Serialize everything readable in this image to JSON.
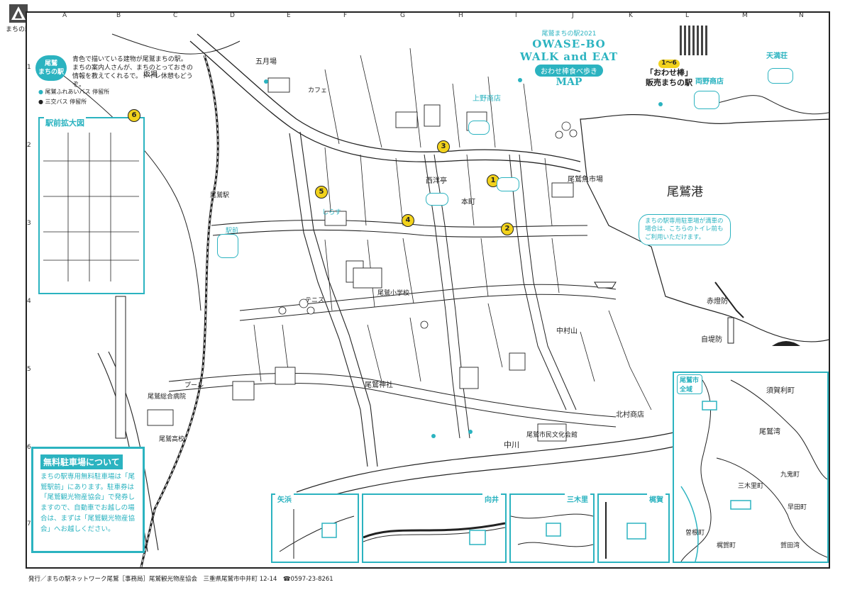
{
  "logo": {
    "text": "まちの駅"
  },
  "grid": {
    "columns": [
      "A",
      "B",
      "C",
      "D",
      "E",
      "F",
      "G",
      "H",
      "I",
      "J",
      "K",
      "L",
      "M",
      "N"
    ],
    "rows": [
      "1",
      "2",
      "3",
      "4",
      "5",
      "6",
      "7"
    ]
  },
  "title": {
    "sub": "尾鷲まちの駅2021",
    "line1": "OWASE-BO",
    "line2": "WALK and EAT",
    "line3": "おわせ棒食べ歩き",
    "line4": "MAP"
  },
  "sale_note": {
    "range": "1〜6",
    "line1": "「おわせ棒」",
    "line2": "販売まちの駅"
  },
  "legend": {
    "tag": "尾鷲\nまちの駅",
    "desc": "青色で描いている建物が尾鷲まちの駅。まちの案内人さんが、まちのとっておきの情報を教えてくれるで。トイレ休憩もどうぞ。",
    "item1": "尾鷲ふれあいバス 停留所",
    "item2": "三交バス 停留所"
  },
  "station_panel": {
    "title": "駅前拡大図"
  },
  "parking": {
    "title": "無料駐車場について",
    "body": "まちの駅専用無料駐車場は「尾鷲駅前」にあります。駐車券は「尾鷲観光物産協会」で発券しますので、自動車でお越しの場合は、まずは「尾鷲観光物産協会」へお越しください。"
  },
  "speech": "まちの駅専用駐車場が満車の場合は、こちらのトイレ前もご利用いただけます。",
  "harbor": {
    "name": "尾鷲港",
    "lighthouse": "赤燈防",
    "jetty": "自堤防"
  },
  "city_inset": {
    "title": "尾鷲市全域",
    "bay": "尾鷲湾",
    "town1": "須賀利町",
    "town2": "九鬼町",
    "town3": "三木里町",
    "town4": "早田町",
    "town5": "賀田湾",
    "town6": "曽根町",
    "town7": "梶賀町"
  },
  "insets": [
    {
      "title": "矢浜"
    },
    {
      "title": "向井"
    },
    {
      "title": "三木里"
    },
    {
      "title": "梶賀"
    }
  ],
  "places": {
    "station": "尾鷲駅",
    "fish_market": "尾鷲魚市場",
    "shrine": "尾鷲神社",
    "culture": "尾鷲市民文化会館",
    "river": "中川",
    "hospital": "尾鷲総合病院",
    "highschool": "尾鷲高校",
    "school": "尾鷲小学校",
    "tennis": "テニス",
    "poolhouse": "プール",
    "sun": "カフェ",
    "ueno": "上野商店",
    "kitamura": "北村商店",
    "seiyo": "西洋亭",
    "shirasu": "しらす",
    "honmachi": "本町",
    "eki": "駅前",
    "kaisoku": "中村山",
    "tenmanso": "天満荘",
    "ryoya": "両野商店",
    "sakaba": "坂場",
    "gojo": "五月場"
  },
  "badges": [
    "1",
    "2",
    "3",
    "4",
    "5",
    "6"
  ],
  "footer": "発行／まちの駅ネットワーク尾鷲［事務局］尾鷲観光物産協会　三重県尾鷲市中井町 12-14　☎0597-23-8261",
  "colors": {
    "accent": "#2bb3c0",
    "badge": "#f2d21c",
    "ink": "#222222"
  }
}
